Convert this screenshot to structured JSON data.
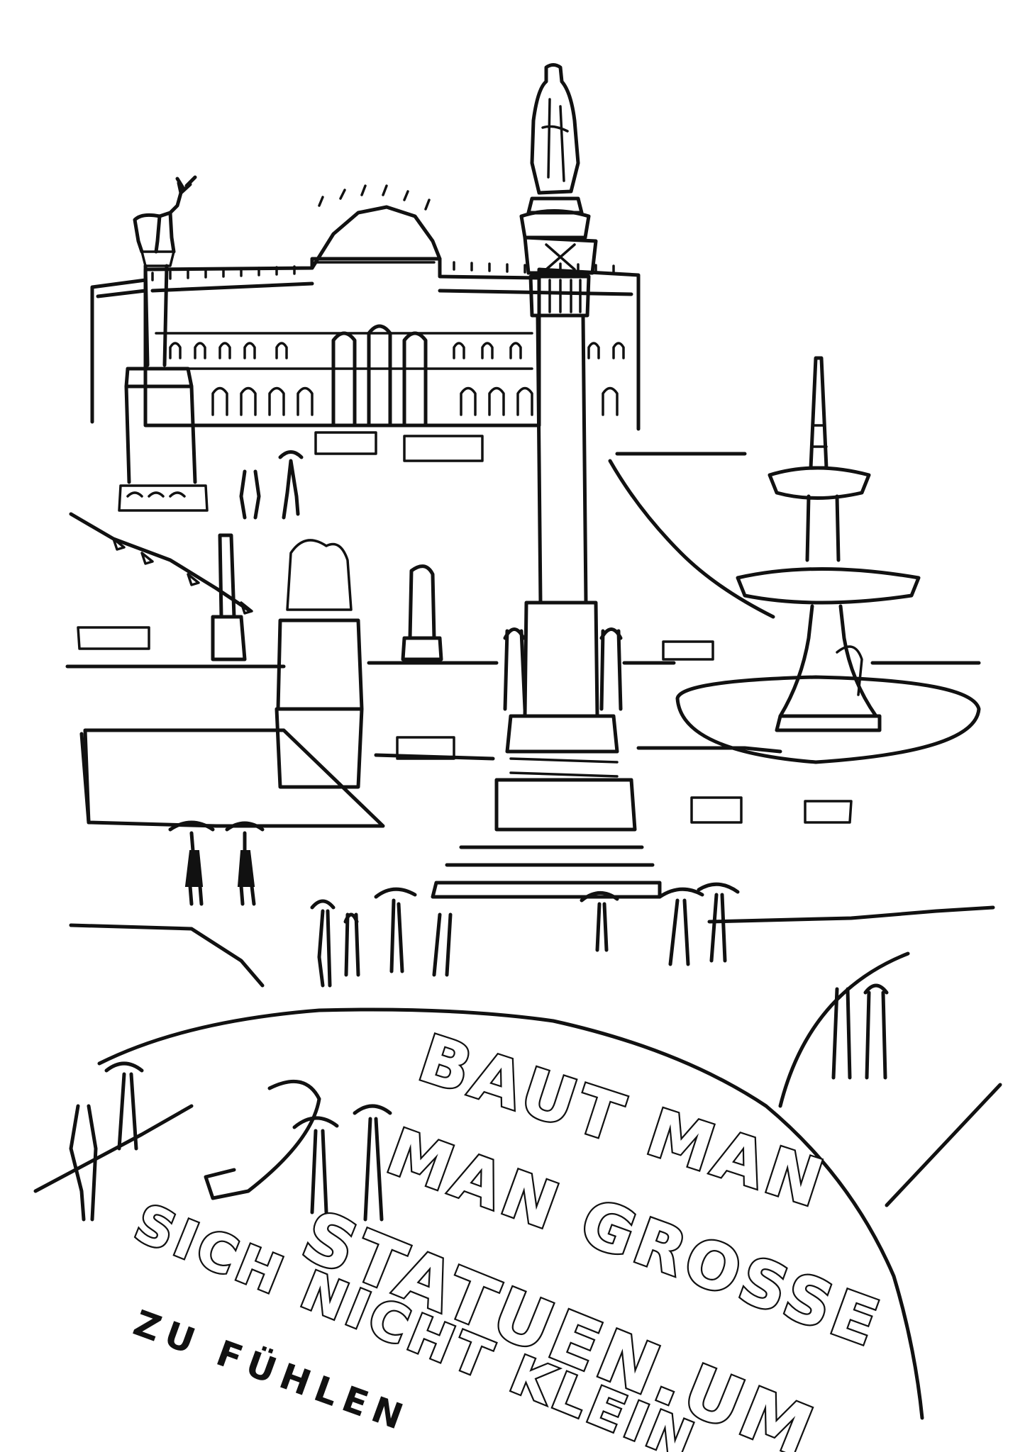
{
  "drawing": {
    "ink_color": "#111111",
    "paper_color": "#ffffff"
  },
  "slogan": {
    "line1": "BAUT MAN",
    "line2": "MAN GROSSE",
    "line3": "STATUEN.UM",
    "line4": "SICH NICHT KLEIN",
    "line5": "ZU FÜHLEN"
  }
}
